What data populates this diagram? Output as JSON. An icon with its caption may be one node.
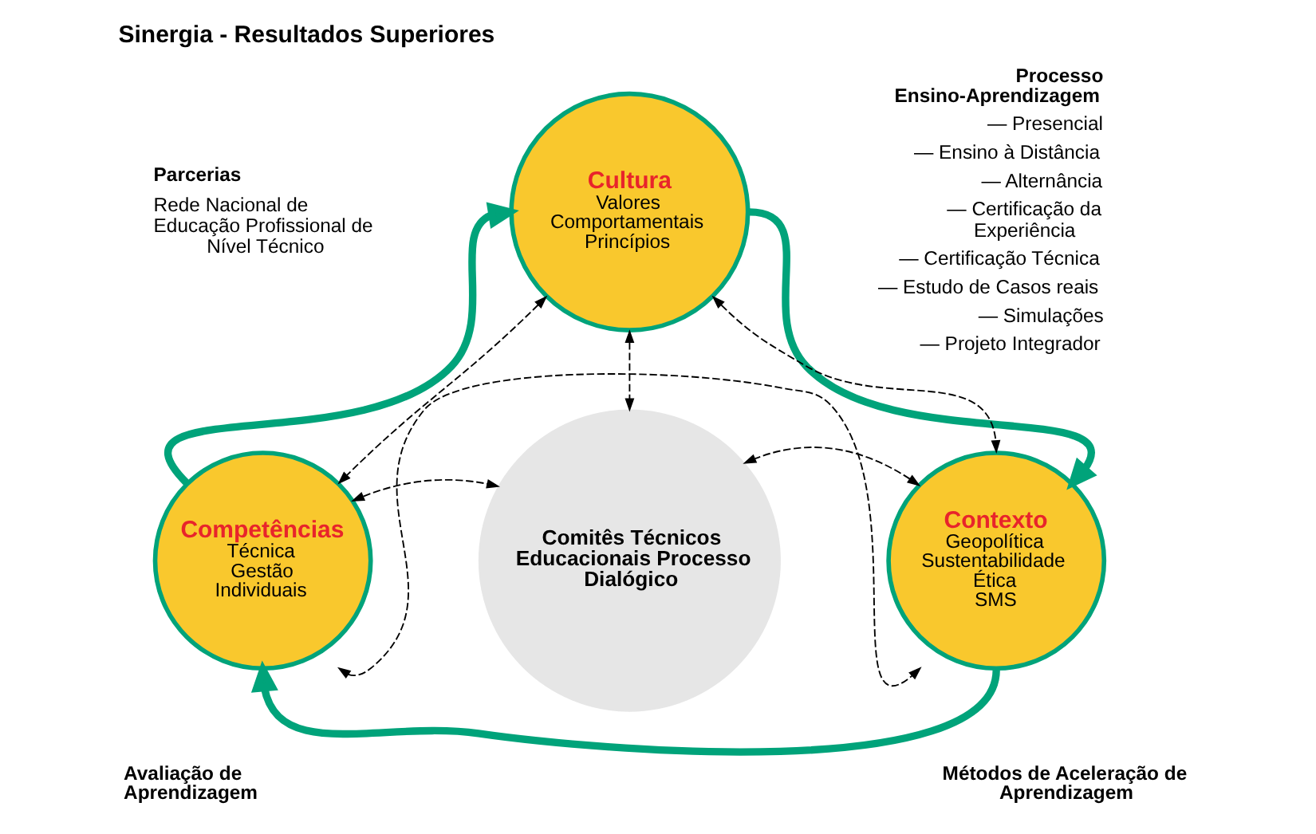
{
  "diagram": {
    "title": "Sinergia - Resultados Superiores",
    "nodes": [
      {
        "text": [
          "Cultura",
          "Valores",
          "Comportamentais",
          "Princípios"
        ]
      },
      {
        "text": [
          "Competências",
          "Técnica",
          "Gestão",
          "Individuais"
        ]
      },
      {
        "text": [
          "Contexto",
          "Geopolítica",
          "Sustentabilidade",
          "Ética",
          "SMS"
        ]
      },
      {
        "text": [
          "Comitês Técnicos Educacionais Processo Dialógico"
        ]
      }
    ],
    "edges": [
      {
        "from": 0,
        "to": 2,
        "arrow": "to",
        "style": "thick",
        "color": "#00a37a"
      },
      {
        "from": 2,
        "to": 1,
        "arrow": "to",
        "style": "thick",
        "color": "#00a37a"
      },
      {
        "from": 1,
        "to": 0,
        "arrow": "to",
        "style": "thick",
        "color": "#00a37a"
      },
      {
        "from": 0,
        "to": 3,
        "arrow": "both",
        "style": "dashed"
      },
      {
        "from": 0,
        "to": 1,
        "arrow": "both",
        "style": "dashed"
      },
      {
        "from": 0,
        "to": 2,
        "arrow": "both",
        "style": "dashed"
      },
      {
        "from": 1,
        "to": 3,
        "arrow": "both",
        "style": "dashed"
      },
      {
        "from": 2,
        "to": 3,
        "arrow": "both",
        "style": "dashed"
      },
      {
        "from": 1,
        "to": 2,
        "arrow": "both",
        "style": "dashed"
      }
    ],
    "labels": [
      "Parcerias",
      "Rede Nacional de Educação Profissional de Nível Técnico",
      "Processo Ensino-Aprendizagem",
      "— Presencial",
      "— Ensino à Distância",
      "— Alternância",
      "— Certificação da Experiência",
      "— Certificação Técnica",
      "— Estudo de Casos reais",
      "— Simulações",
      "— Projeto Integrador",
      "Avaliação de Aprendizagem",
      "Métodos de Aceleração de Aprendizagem"
    ]
  }
}
